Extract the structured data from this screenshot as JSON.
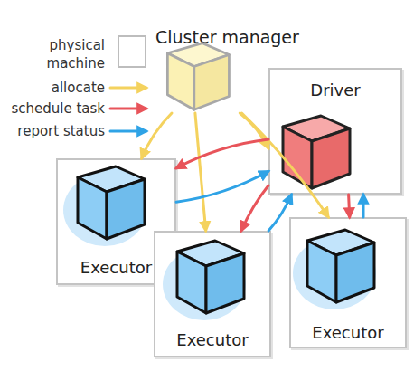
{
  "diagram": {
    "nodes": [
      {
        "text": [
          "Cluster manager"
        ]
      },
      {
        "text": [
          "Driver"
        ]
      },
      {
        "text": [
          "Executor"
        ]
      },
      {
        "text": [
          "Executor"
        ]
      },
      {
        "text": [
          "Executor"
        ]
      }
    ],
    "edges": [
      {
        "from": 0,
        "to": 1,
        "arrow": "to"
      },
      {
        "from": 0,
        "to": 2,
        "arrow": "to"
      },
      {
        "from": 0,
        "to": 3,
        "arrow": "to"
      },
      {
        "from": 0,
        "to": 4,
        "arrow": "to"
      },
      {
        "from": 1,
        "to": 2,
        "arrow": "to"
      },
      {
        "from": 2,
        "to": 1,
        "arrow": "to"
      },
      {
        "from": 1,
        "to": 3,
        "arrow": "to"
      },
      {
        "from": 3,
        "to": 1,
        "arrow": "to"
      },
      {
        "from": 1,
        "to": 4,
        "arrow": "to"
      },
      {
        "from": 4,
        "to": 1,
        "arrow": "to"
      }
    ],
    "legend": [
      {
        "text": "physical machine"
      },
      {
        "text": "allocate"
      },
      {
        "text": "schedule task"
      },
      {
        "text": "report status"
      }
    ]
  }
}
